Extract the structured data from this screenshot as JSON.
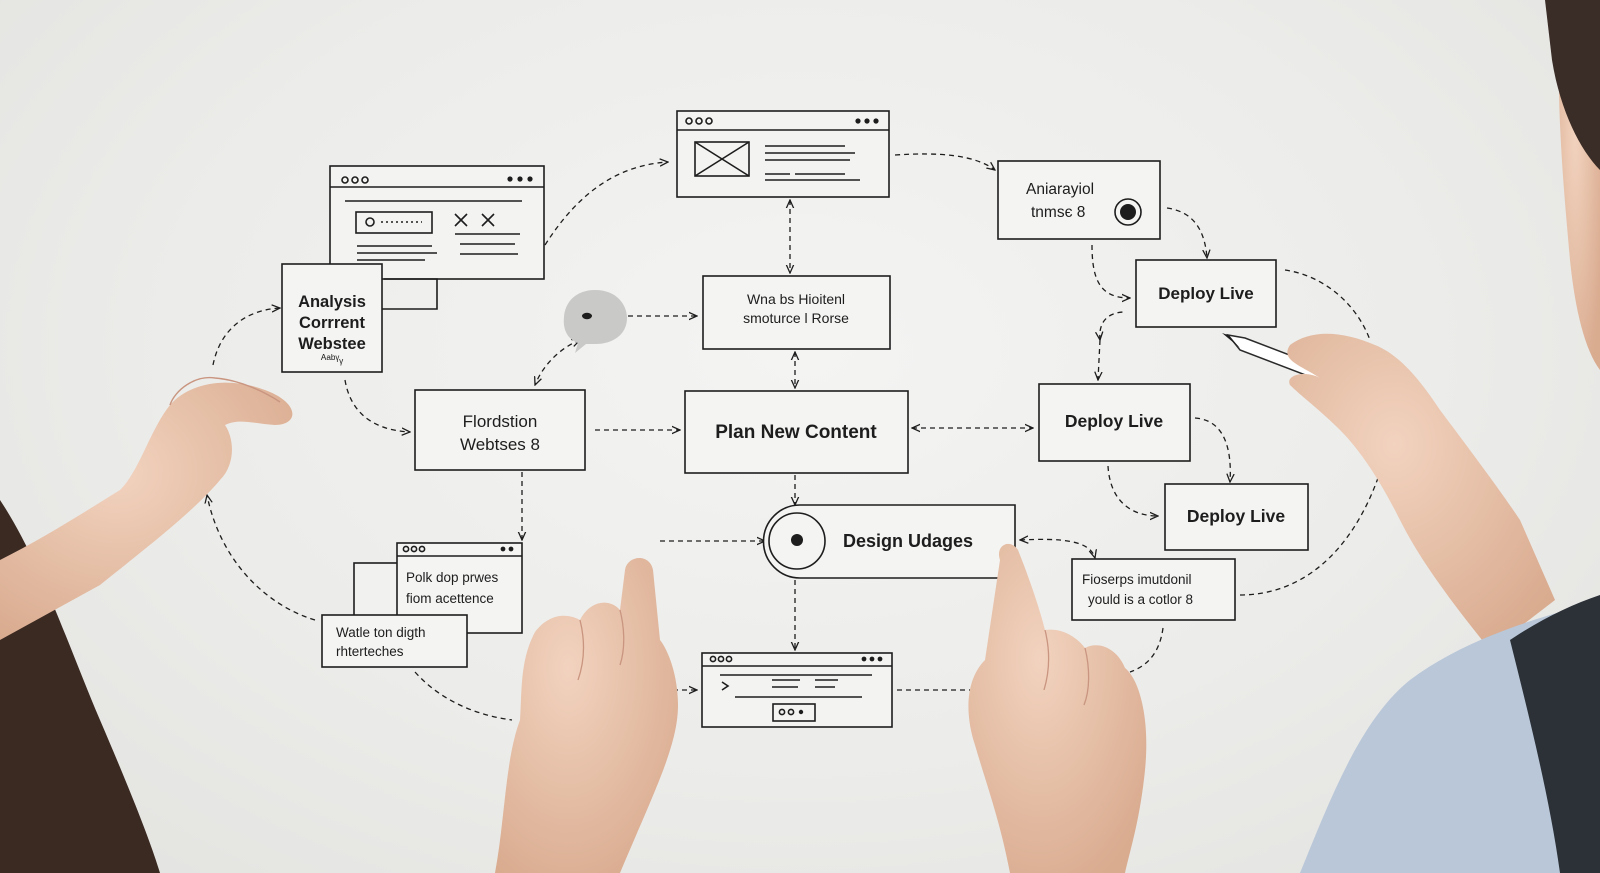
{
  "boxes": {
    "analysis": [
      "Analysis",
      "Corrrent",
      "Webstee"
    ],
    "scribble": "ᴬᵃᵇᵞᵧ",
    "anaraytal": [
      "Aniarayiol",
      "tnmsє 8"
    ],
    "deploy_top": "Deploy Live",
    "nnabs": [
      "Wna bs Hioitenl",
      "smoturce l Rorse"
    ],
    "flordstion": [
      "Flordstion",
      "Webtses 8"
    ],
    "plan": "Plan New Content",
    "deploy_mid": "Deploy Live",
    "deploy_low": "Deploy Live",
    "design": "Design Udages",
    "polk": [
      "Polk dop prwes",
      "fiom acettence"
    ],
    "wafle": [
      "Watle ton digth",
      "rhterteches"
    ],
    "fioserps": [
      "Fioserps imutdonil",
      "yould is a cotlor 8"
    ]
  },
  "colors": {
    "ink": "#1d1d1d",
    "board": "#efefed",
    "skin": "#e8c3aa",
    "shirt": "#b9c7d8"
  }
}
